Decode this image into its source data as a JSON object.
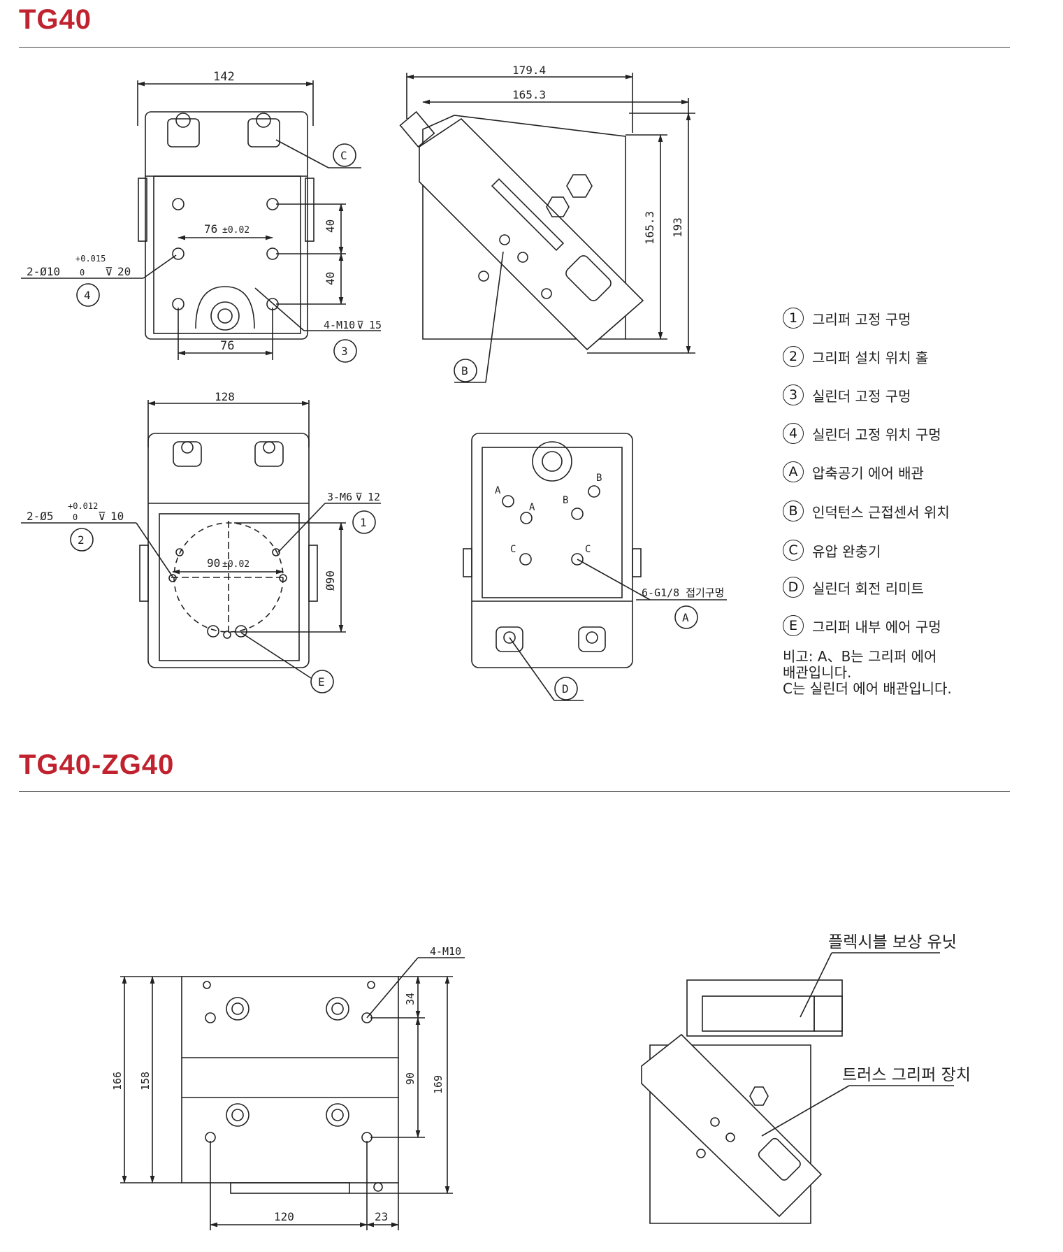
{
  "sections": [
    {
      "title": "TG40"
    },
    {
      "title": "TG40-ZG40"
    }
  ],
  "tg40_views": {
    "front_view": {
      "dim_width": "142",
      "dim_bolt_spacing": "76",
      "dim_bolt_tol": "±0.02",
      "dim_bottom_76": "76",
      "dim_v1": "40",
      "dim_v2": "40",
      "hole_spec": "2-Ø10",
      "hole_tol_upper": "+0.015",
      "hole_tol_lower": "0",
      "hole_depth": "20",
      "tap_spec": "4-M10",
      "tap_depth": "15",
      "callouts": [
        "C",
        "4",
        "3"
      ]
    },
    "side_view": {
      "dim_top1": "179.4",
      "dim_top2": "165.3",
      "dim_h1": "165.3",
      "dim_h2": "193",
      "callouts": [
        "B"
      ]
    },
    "bottom_view": {
      "dim_width": "128",
      "hole_spec": "2-Ø5",
      "hole_tol_upper": "+0.012",
      "hole_tol_lower": "0",
      "hole_depth": "10",
      "tap_spec": "3-M6",
      "tap_depth": "12",
      "dim_90": "90",
      "dim_90_tol": "±0.02",
      "dim_dia": "Ø90",
      "callouts": [
        "2",
        "1",
        "E"
      ]
    },
    "rear_view": {
      "port_spec": "6-G1/8 접기구멍",
      "port_labels": [
        "A",
        "A",
        "B",
        "B",
        "C",
        "C"
      ],
      "callouts": [
        "A",
        "D"
      ]
    }
  },
  "legend": [
    {
      "marker": "1",
      "text": "그리퍼 고정 구멍"
    },
    {
      "marker": "2",
      "text": "그리퍼 설치 위치 홀"
    },
    {
      "marker": "3",
      "text": "실린더 고정 구멍"
    },
    {
      "marker": "4",
      "text": "실린더 고정 위치 구멍"
    },
    {
      "marker": "A",
      "text": "압축공기 에어 배관"
    },
    {
      "marker": "B",
      "text": "인덕턴스 근접센서 위치"
    },
    {
      "marker": "C",
      "text": "유압 완충기"
    },
    {
      "marker": "D",
      "text": "실린더 회전 리미트"
    },
    {
      "marker": "E",
      "text": "그리퍼 내부 에어 구멍"
    }
  ],
  "note": "비고: A、B는 그리퍼 에어\n배관입니다.\nC는 실린더 에어 배관입니다.",
  "zg40_views": {
    "plate_view": {
      "tap_spec": "4-M10",
      "dim_34": "34",
      "dim_90": "90",
      "dim_169": "169",
      "dim_166": "166",
      "dim_158": "158",
      "dim_120": "120",
      "dim_23": "23"
    },
    "assembly_view": {
      "label_flex": "플렉시블 보상 유닛",
      "label_gripper": "트러스 그리퍼 장치"
    }
  }
}
